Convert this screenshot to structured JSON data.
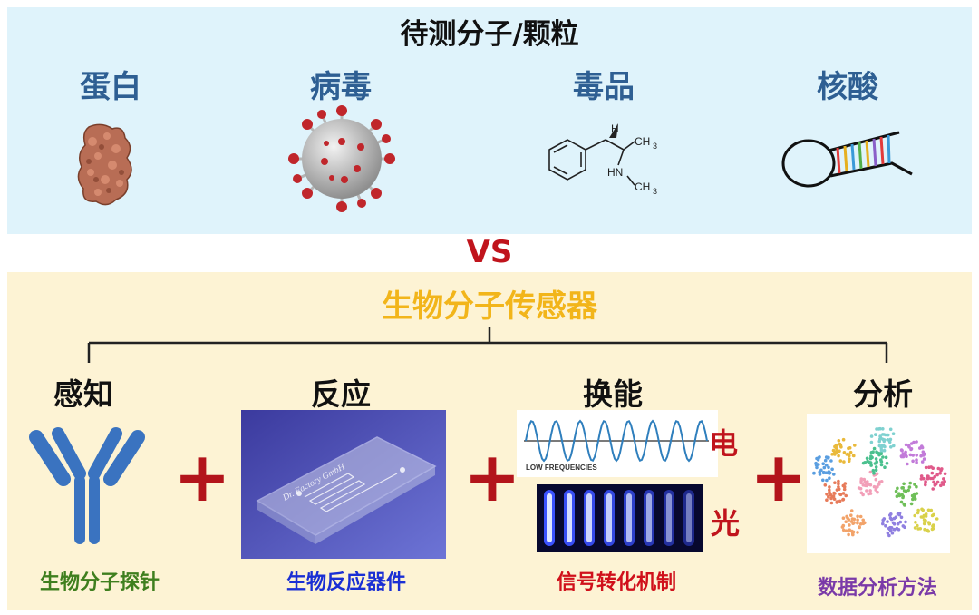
{
  "top_panel": {
    "title": "待测分子/颗粒",
    "molecules": [
      {
        "label": "蛋白"
      },
      {
        "label": "病毒"
      },
      {
        "label": "毒品"
      },
      {
        "label": "核酸"
      }
    ],
    "structure_labels": {
      "h": "H",
      "ch3_a": "CH",
      "sub3_a": "3",
      "hn": "HN",
      "ch3_b": "CH",
      "sub3_b": "3"
    }
  },
  "vs_label": "VS",
  "bottom_panel": {
    "title": "生物分子传感器",
    "stages": [
      {
        "label": "感知",
        "caption": "生物分子探针",
        "caption_color": "#3f7f1e"
      },
      {
        "label": "反应",
        "caption": "生物反应器件",
        "caption_color": "#1a2fd4"
      },
      {
        "label": "换能",
        "caption": "信号转化机制",
        "caption_color": "#d0111b"
      },
      {
        "label": "分析",
        "caption": "数据分析方法",
        "caption_color": "#7a3aa8"
      }
    ],
    "plus_symbols": [
      "+",
      "+",
      "+"
    ],
    "signal_types": {
      "electric": "电",
      "optical": "光"
    },
    "wave_caption": "LOW FREQUENCIES",
    "chip_text": "Dr. Factory GmbH"
  },
  "colors": {
    "top_bg": "#dff3fb",
    "bottom_bg": "#fdf3d4",
    "molecule_label": "#2e5f93",
    "accent_red": "#c0141c",
    "title_gold": "#f2b51a",
    "antibody_blue": "#3a73c0"
  }
}
